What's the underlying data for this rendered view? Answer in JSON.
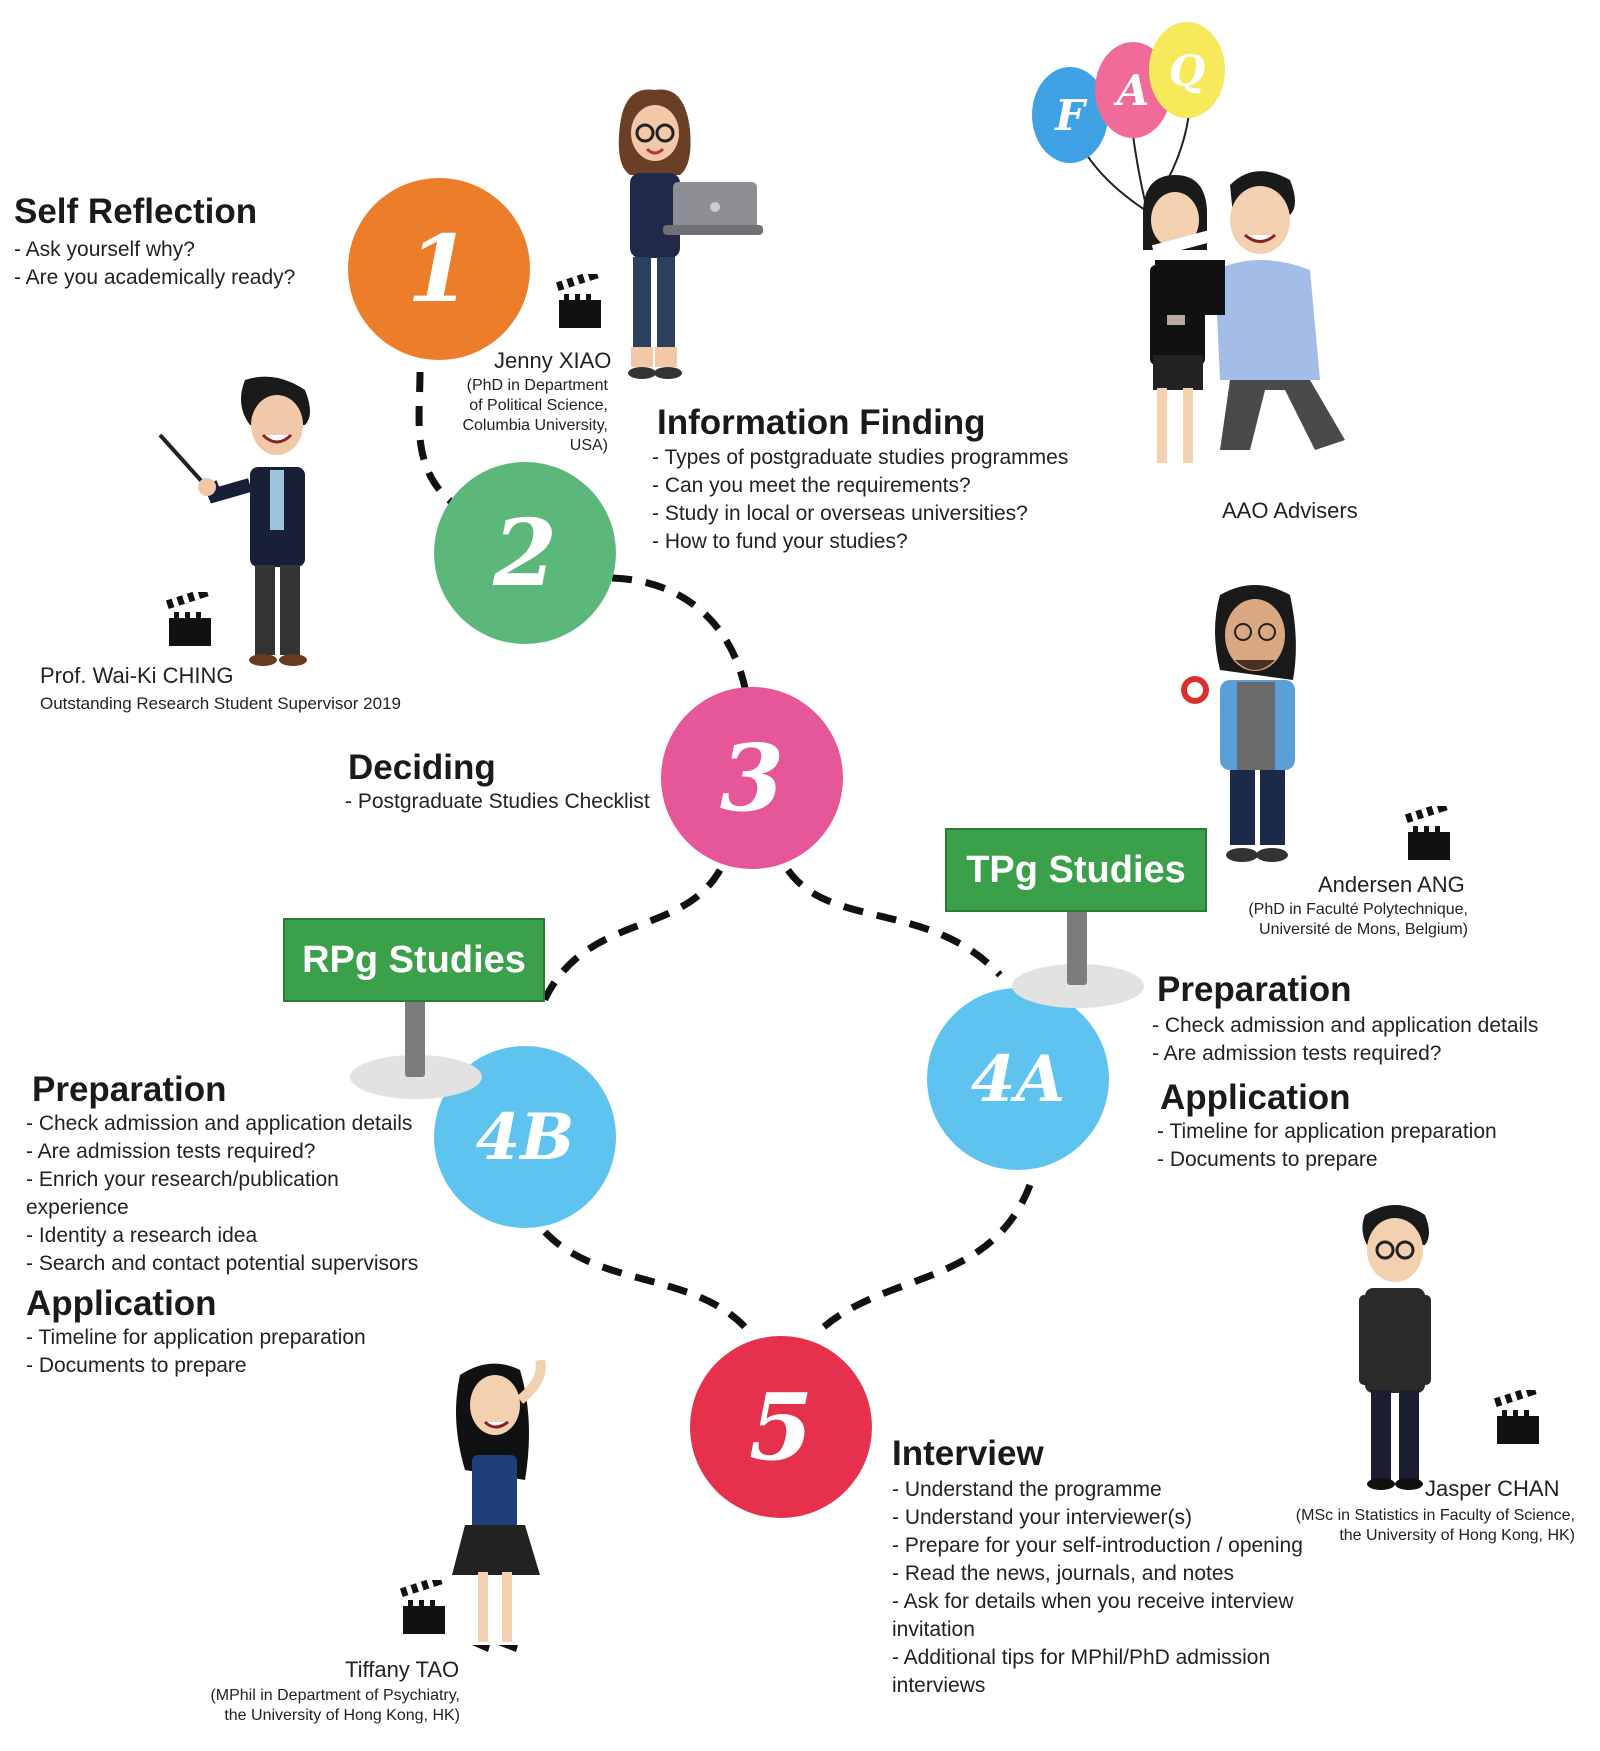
{
  "steps": {
    "s1": "1",
    "s2": "2",
    "s3": "3",
    "s4a": "4A",
    "s4b": "4B",
    "s5": "5"
  },
  "colors": {
    "s1": "#ec7d2b",
    "s2": "#5cb87a",
    "s3": "#e6579a",
    "s4a": "#5fc3ef",
    "s4b": "#5fc3ef",
    "s5": "#e5314c",
    "sign_green": "#3aa04a"
  },
  "self_reflection": {
    "title": "Self Reflection",
    "items": [
      "Ask yourself why?",
      "Are you academically ready?"
    ]
  },
  "information_finding": {
    "title": "Information Finding",
    "items": [
      "Types of postgraduate studies programmes",
      "Can you meet the requirements?",
      "Study in local or overseas universities?",
      "How to fund your studies?"
    ]
  },
  "deciding": {
    "title": "Deciding",
    "items": [
      "Postgraduate Studies Checklist"
    ]
  },
  "signs": {
    "tpg": "TPg Studies",
    "rpg": "RPg Studies"
  },
  "tpg": {
    "preparation_title": "Preparation",
    "preparation_items": [
      "Check admission and application details",
      "Are admission tests required?"
    ],
    "application_title": "Application",
    "application_items": [
      "Timeline for application preparation",
      "Documents to prepare"
    ]
  },
  "rpg": {
    "preparation_title": "Preparation",
    "preparation_items": [
      "Check admission and application details",
      "Are admission tests required?",
      "Enrich your research/publication experience",
      "Identity a research idea",
      "Search and contact potential supervisors"
    ],
    "application_title": "Application",
    "application_items": [
      "Timeline for application preparation",
      "Documents to prepare"
    ]
  },
  "interview": {
    "title": "Interview",
    "items": [
      "Understand the programme",
      "Understand your interviewer(s)",
      "Prepare for your self-introduction / opening",
      "Read the news, journals, and notes",
      "Ask for details when you receive interview invitation",
      "Additional tips for MPhil/PhD admission interviews"
    ]
  },
  "people": {
    "jenny": {
      "name": "Jenny XIAO",
      "desc": [
        "(PhD in Department",
        "of Political Science,",
        "Columbia University,",
        "USA)"
      ]
    },
    "ching": {
      "name": "Prof. Wai-Ki CHING",
      "desc": [
        "Outstanding Research Student Supervisor 2019"
      ]
    },
    "aao": {
      "name": "AAO Advisers"
    },
    "andersen": {
      "name": "Andersen ANG",
      "desc": [
        "(PhD in Faculté Polytechnique,",
        "Université de Mons, Belgium)"
      ]
    },
    "jasper": {
      "name": "Jasper CHAN",
      "desc": [
        "(MSc in Statistics in Faculty of Science,",
        "the University of Hong Kong, HK)"
      ]
    },
    "tiffany": {
      "name": "Tiffany TAO",
      "desc": [
        "(MPhil in Department of Psychiatry,",
        "the University of Hong Kong, HK)"
      ]
    }
  },
  "balloons": [
    "F",
    "A",
    "Q"
  ]
}
